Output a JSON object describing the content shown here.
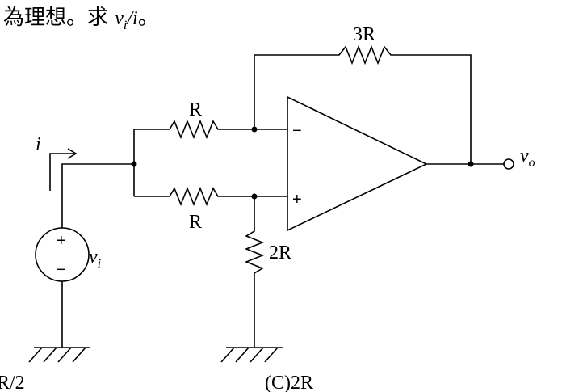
{
  "question": {
    "prefix": "為理想。求 ",
    "var_v": "v",
    "var_v_sub": "i",
    "slash": "/",
    "var_i": "i",
    "suffix": "。"
  },
  "components": {
    "r_top": "R",
    "r_bottom": "R",
    "r_ground": "2R",
    "r_feedback": "3R",
    "opamp_minus": "−",
    "opamp_plus": "+"
  },
  "source": {
    "plus": "+",
    "minus": "−",
    "name": "v",
    "name_sub": "i"
  },
  "labels": {
    "current": "i",
    "output": "v",
    "output_sub": "o"
  },
  "options": {
    "left_partial": "R/2",
    "right_partial": "(C)2R"
  }
}
